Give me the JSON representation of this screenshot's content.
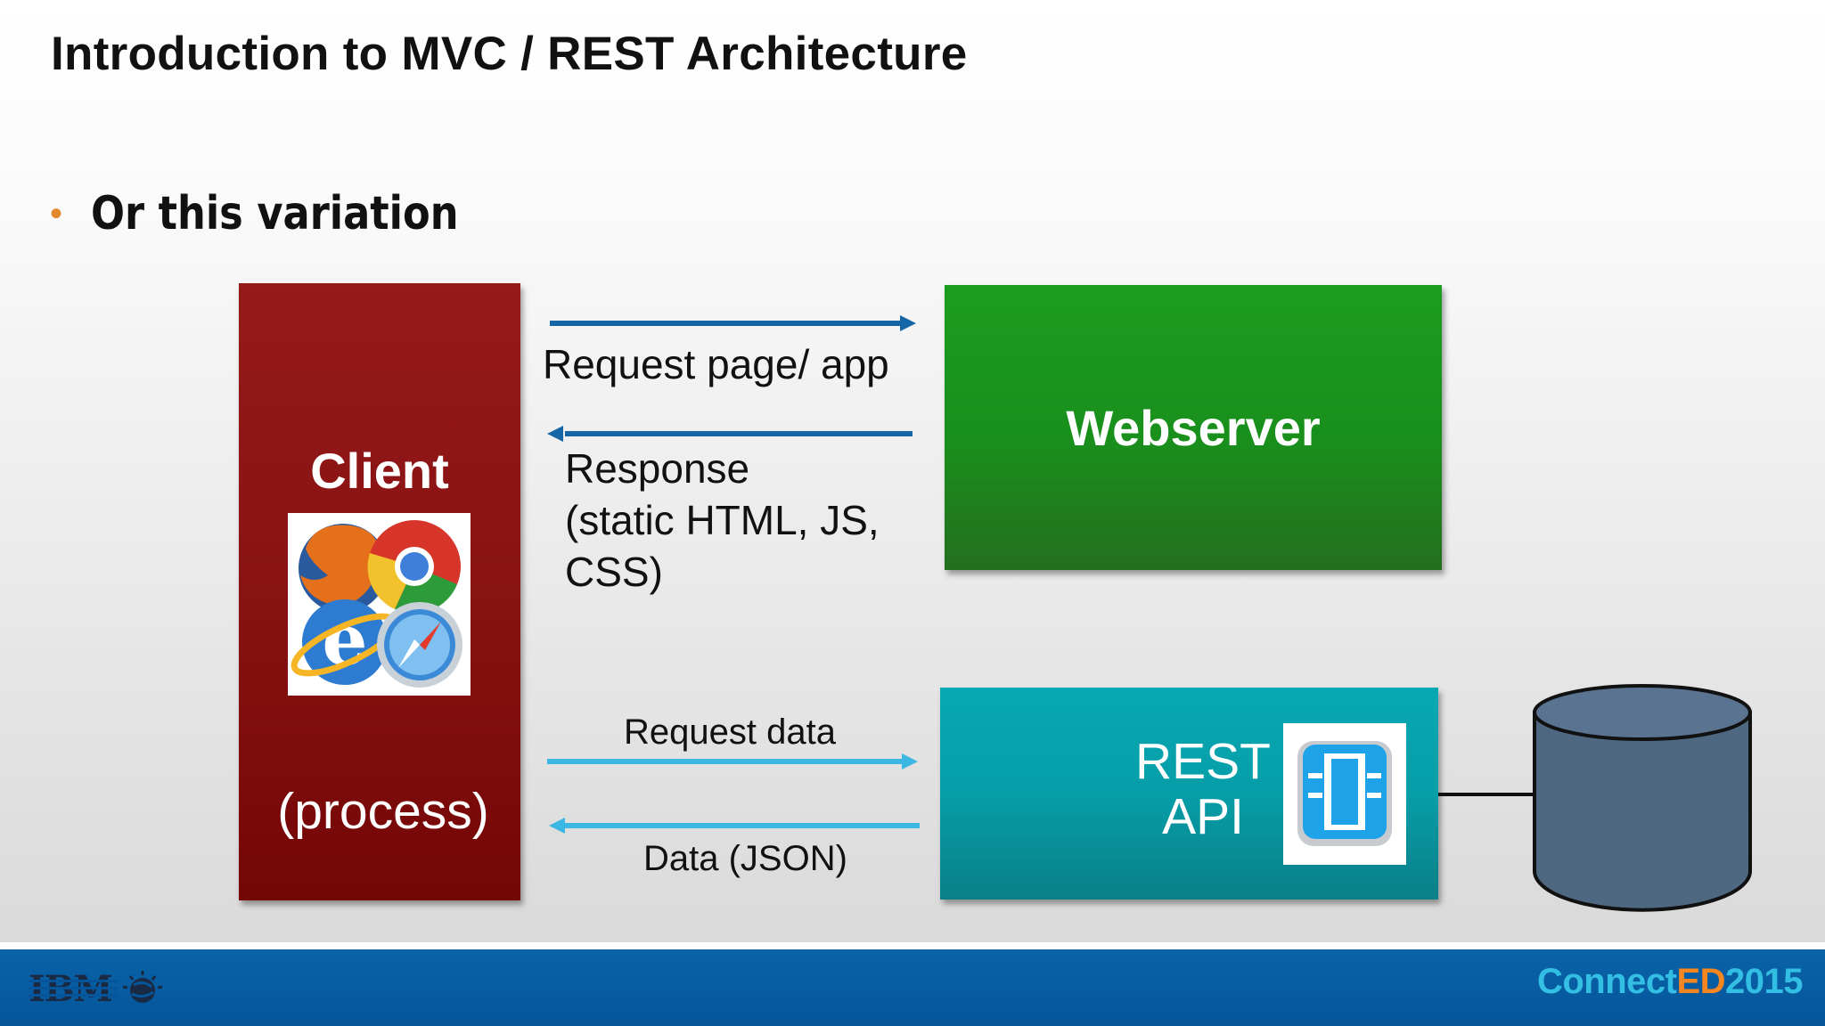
{
  "slide": {
    "title": "Introduction to MVC / REST Architecture",
    "bullet": "Or this variation"
  },
  "diagram": {
    "client": {
      "title": "Client",
      "subtitle": "(process)"
    },
    "webserver": {
      "label": "Webserver"
    },
    "rest_api": {
      "line1": "REST",
      "line2": "API"
    },
    "arrows": {
      "request_page": "Request page/ app",
      "response_line1": "Response",
      "response_line2": "(static HTML, JS,",
      "response_line3": "CSS)",
      "request_data": "Request data",
      "data_json": "Data (JSON)"
    },
    "colors": {
      "client": "#8b1414",
      "webserver": "#1a8f1c",
      "rest_api": "#079fa9",
      "database": "#4f6882",
      "arrow_page": "#1566a6",
      "arrow_data": "#3cb6e3",
      "bullet": "#e2892b"
    }
  },
  "footer": {
    "logo": "IBM",
    "brand_part1": "Connect",
    "brand_part2": "ED",
    "brand_part3": "2015"
  }
}
